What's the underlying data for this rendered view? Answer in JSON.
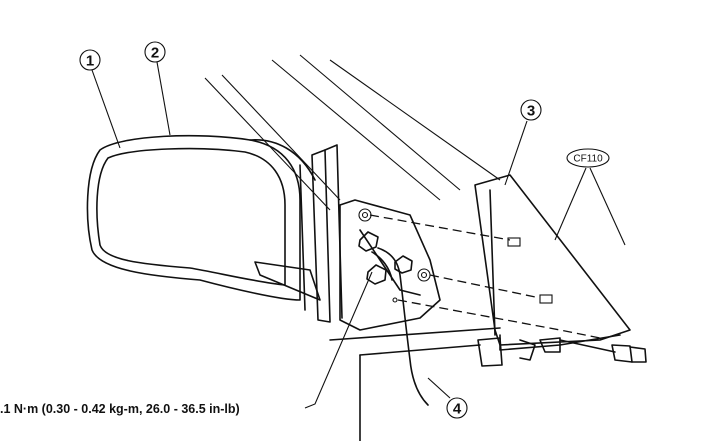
{
  "callouts": {
    "c1": "1",
    "c2": "2",
    "c3": "3",
    "c4": "4"
  },
  "sealant_code": "CF110",
  "torque_spec": ".1 N·m (0.30 - 0.42 kg-m, 26.0 - 36.5 in-lb)"
}
